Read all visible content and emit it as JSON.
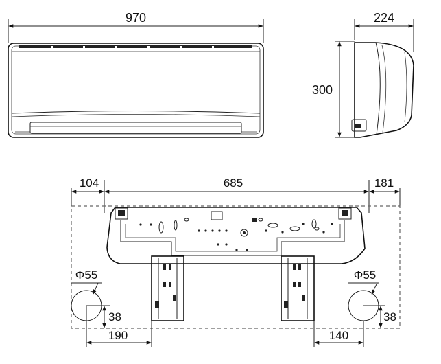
{
  "front_view": {
    "width_label": "970"
  },
  "side_view": {
    "depth_label": "224",
    "height_label": "300"
  },
  "plate": {
    "left_offset_label": "104",
    "span_label": "685",
    "right_offset_label": "181",
    "left_hole_label": "Φ55",
    "right_hole_label": "Φ55",
    "left_hole_height_label": "38",
    "right_hole_height_label": "38",
    "left_hole_offset_label": "190",
    "right_hole_offset_label": "140"
  }
}
